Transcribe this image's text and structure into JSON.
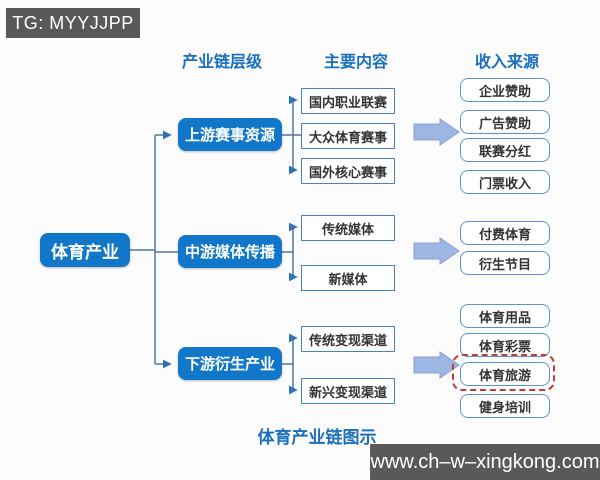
{
  "badge": {
    "text": "TG: MYYJJPP"
  },
  "headers": {
    "level": "产业链层级",
    "content": "主要内容",
    "income": "收入来源"
  },
  "root": {
    "label": "体育产业"
  },
  "rows": [
    {
      "level": "上游赛事资源",
      "contents": [
        "国内职业联赛",
        "大众体育赛事",
        "国外核心赛事"
      ],
      "incomes": [
        "企业赞助",
        "广告赞助",
        "联赛分红",
        "门票收入"
      ]
    },
    {
      "level": "中游媒体传播",
      "contents": [
        "传统媒体",
        "新媒体"
      ],
      "incomes": [
        "付费体育",
        "衍生节目"
      ]
    },
    {
      "level": "下游衍生产业",
      "contents": [
        "传统变现渠道",
        "新兴变现渠道"
      ],
      "incomes": [
        "体育用品",
        "体育彩票",
        "体育旅游",
        "健身培训"
      ]
    }
  ],
  "highlighted_income": "体育旅游",
  "caption": "体育产业链图示",
  "website": "www.ch–w–xingkong.com",
  "colors": {
    "node_fill": "#1277c9",
    "header_text": "#1a6fc0",
    "content_border": "#4284c4",
    "income_border": "#5b93cf",
    "connector": "#53779f",
    "flow_arrow_fill": "#9eb6e4",
    "highlight_red": "#c23a3a",
    "bar_gray": "#595959"
  }
}
